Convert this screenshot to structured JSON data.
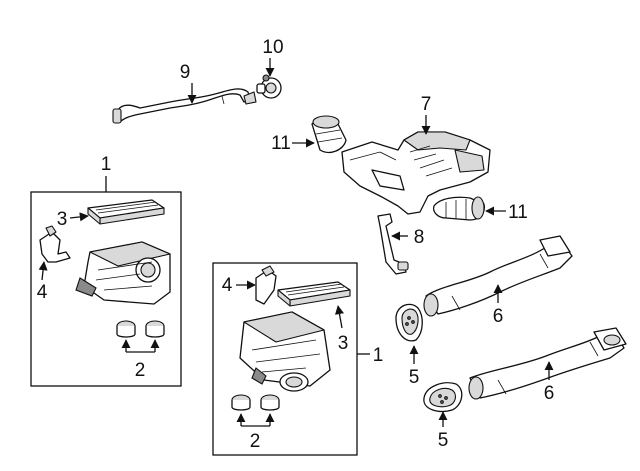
{
  "callouts": {
    "c1a": "1",
    "c1b": "1",
    "c2a": "2",
    "c2b": "2",
    "c3a": "3",
    "c3b": "3",
    "c4a": "4",
    "c4b": "4",
    "c5a": "5",
    "c5b": "5",
    "c6a": "6",
    "c6b": "6",
    "c7": "7",
    "c8": "8",
    "c9": "9",
    "c10": "10",
    "c11a": "11",
    "c11b": "11"
  }
}
